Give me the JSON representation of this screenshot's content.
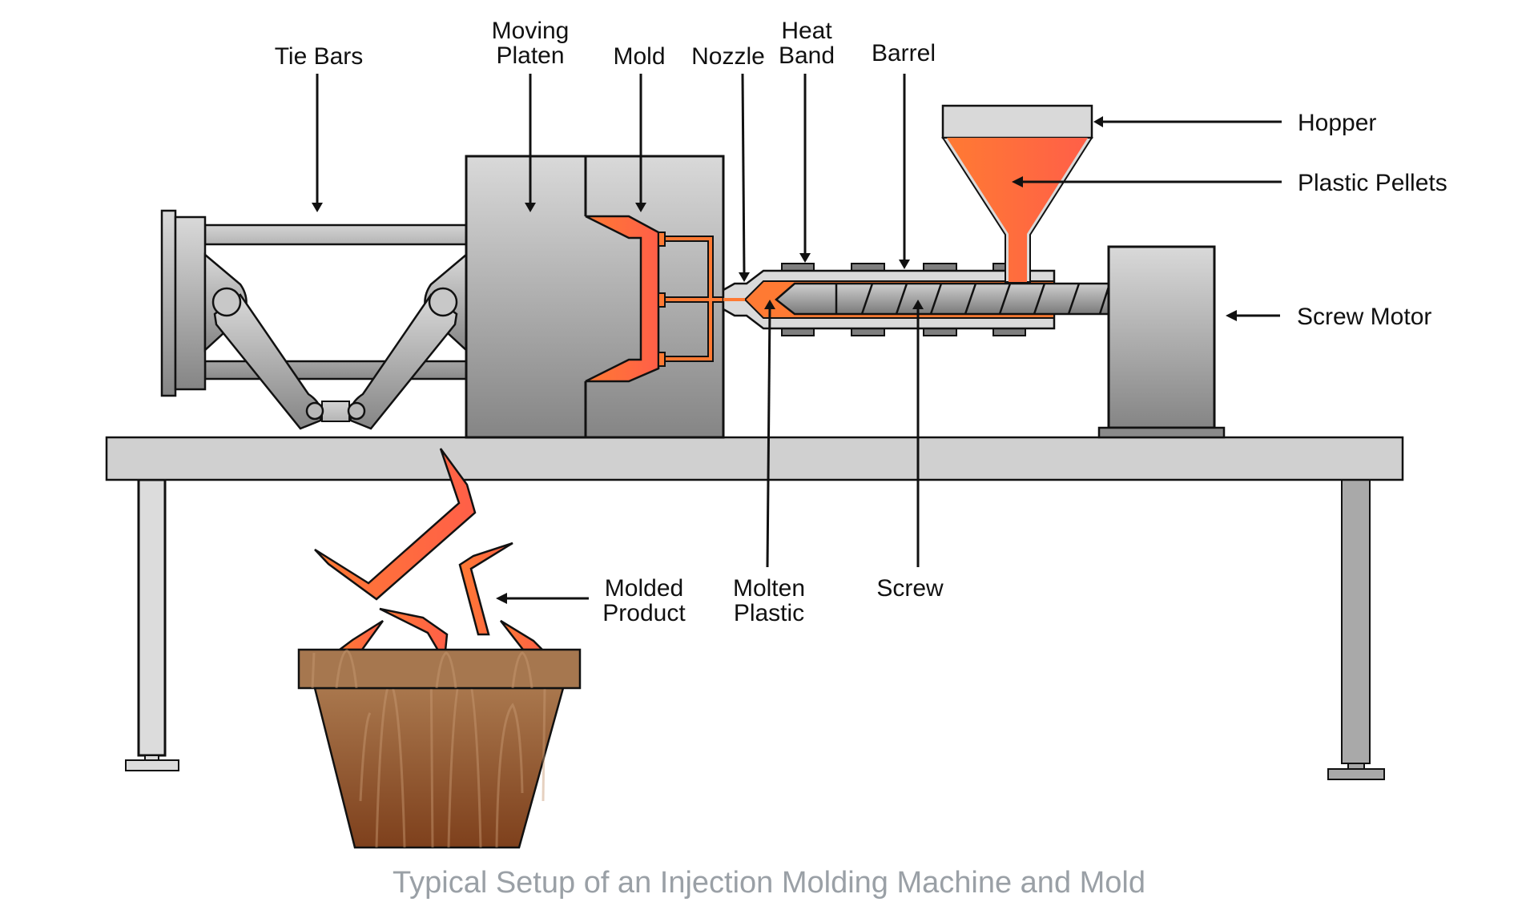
{
  "caption": "Typical Setup of an Injection Molding Machine and Mold",
  "colors": {
    "plastic_orange": "#ff6b3d",
    "plastic_orange_light": "#ff7a33",
    "steel_light": "#d8d8d8",
    "steel_dark": "#8a8a8a",
    "wood_light": "#a8784f",
    "wood_dark": "#7f4220",
    "caption_gray": "#9aa0a6"
  },
  "labels": {
    "tie_bars": [
      "Tie Bars"
    ],
    "moving_platen": [
      "Moving",
      "Platen"
    ],
    "mold": [
      "Mold"
    ],
    "nozzle": [
      "Nozzle"
    ],
    "heat_band": [
      "Heat",
      "Band"
    ],
    "barrel": [
      "Barrel"
    ],
    "hopper": [
      "Hopper"
    ],
    "plastic_pellets": [
      "Plastic Pellets"
    ],
    "screw_motor": [
      "Screw Motor"
    ],
    "molded_product": [
      "Molded",
      "Product"
    ],
    "molten_plastic": [
      "Molten",
      "Plastic"
    ],
    "screw": [
      "Screw"
    ]
  },
  "components": [
    "tie-bars",
    "toggle-clamp",
    "moving-platen",
    "mold",
    "nozzle",
    "heat-bands",
    "barrel",
    "screw",
    "hopper",
    "plastic-pellets",
    "screw-motor",
    "machine-table",
    "molded-products",
    "collection-bin"
  ]
}
